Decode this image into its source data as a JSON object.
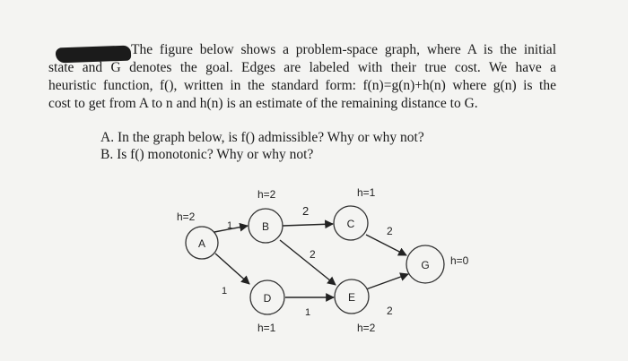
{
  "problem": {
    "lines": [
      "The figure below shows a problem-space graph, where A is the initial",
      "state and G denotes the goal. Edges are labeled with their true cost. We have a",
      "heuristic function, f(), written in the standard form: f(n)=g(n)+h(n) where g(n) is the",
      "cost to get from A to n and h(n) is an estimate of the remaining distance to G."
    ],
    "questions": [
      "A. In the graph below, is f() admissible? Why or why not?",
      "B. Is f() monotonic? Why or why not?"
    ]
  },
  "graph": {
    "nodes": [
      {
        "id": "A",
        "label": "A",
        "h_label": "h=2"
      },
      {
        "id": "B",
        "label": "B",
        "h_label": "h=2"
      },
      {
        "id": "C",
        "label": "C",
        "h_label": "h=1"
      },
      {
        "id": "D",
        "label": "D",
        "h_label": "h=1"
      },
      {
        "id": "E",
        "label": "E",
        "h_label": "h=2"
      },
      {
        "id": "G",
        "label": "G",
        "h_label": "h=0"
      }
    ],
    "edges": [
      {
        "from": "A",
        "to": "B",
        "cost": "1"
      },
      {
        "from": "A",
        "to": "D",
        "cost": "1"
      },
      {
        "from": "B",
        "to": "C",
        "cost": "2"
      },
      {
        "from": "B",
        "to": "E",
        "cost": "2"
      },
      {
        "from": "D",
        "to": "E",
        "cost": "1"
      },
      {
        "from": "C",
        "to": "G",
        "cost": "2"
      },
      {
        "from": "E",
        "to": "G",
        "cost": "2"
      }
    ]
  }
}
